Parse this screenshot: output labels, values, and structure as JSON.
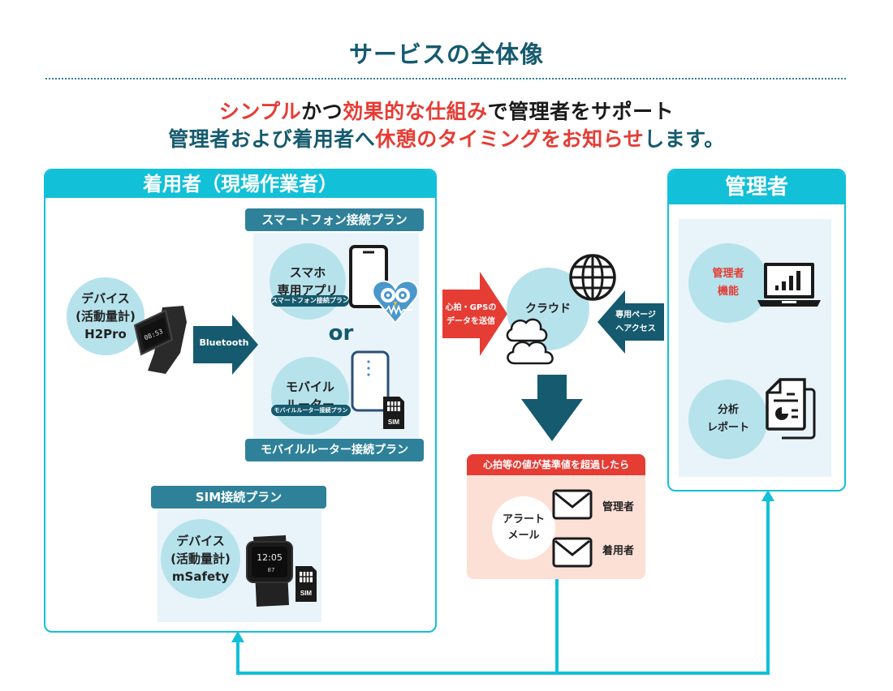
{
  "header": {
    "title": "サービスの全体像",
    "subtitle_line1": [
      {
        "text": "シンプル",
        "color": "red"
      },
      {
        "text": "かつ",
        "color": "black"
      },
      {
        "text": "効果的な仕組み",
        "color": "red"
      },
      {
        "text": "で管理者をサポート",
        "color": "black"
      }
    ],
    "subtitle_line2": [
      {
        "text": "管理者および着用者へ",
        "color": "navy"
      },
      {
        "text": "休憩のタイミングをお知らせ",
        "color": "red"
      },
      {
        "text": "します。",
        "color": "navy"
      }
    ]
  },
  "wearer_panel": {
    "title": "着用者（現場作業者）",
    "device_h2pro": {
      "line1": "デバイス",
      "line2": "(活動量計)",
      "line3": "H2Pro",
      "watch_time": "08:53"
    },
    "bluetooth_label": "Bluetooth",
    "smartphone_plan": {
      "header": "スマートフォン接続プラン",
      "circle_line1": "スマホ",
      "circle_line2": "専用アプリ",
      "pill": "スマートフォン接続プラン"
    },
    "or_label": "or",
    "router_plan": {
      "header": "モバイルルーター接続プラン",
      "circle_line1": "モバイル",
      "circle_line2": "ルーター",
      "pill": "モバイルルーター接続プラン",
      "sim_label": "SIM"
    },
    "sim_plan": {
      "header": "SIM接続プラン",
      "line1": "デバイス",
      "line2": "(活動量計)",
      "line3": "mSafety",
      "watch_time": "12:05",
      "watch_hr": "87",
      "sim_label": "SIM"
    }
  },
  "cloud": {
    "label": "クラウド",
    "send_arrow": {
      "line1": "心拍・GPSの",
      "line2": "データを送信"
    },
    "access_arrow": {
      "line1": "専用ページ",
      "line2": "へアクセス"
    }
  },
  "alert": {
    "header": "心拍等の値が基準値を超過したら",
    "circle_line1": "アラート",
    "circle_line2": "メール",
    "recipients": [
      "管理者",
      "着用者"
    ]
  },
  "admin_panel": {
    "title": "管理者",
    "function": {
      "line1": "管理者",
      "line2": "機能"
    },
    "report": {
      "line1": "分析",
      "line2": "レポート"
    }
  },
  "colors": {
    "title_navy": "#155a6e",
    "accent_red": "#e53c34",
    "panel_cyan": "#12c0d8",
    "plan_teal": "#2e8199",
    "circle_blue": "#b6e2ec",
    "alert_bg": "#fce0d6"
  }
}
